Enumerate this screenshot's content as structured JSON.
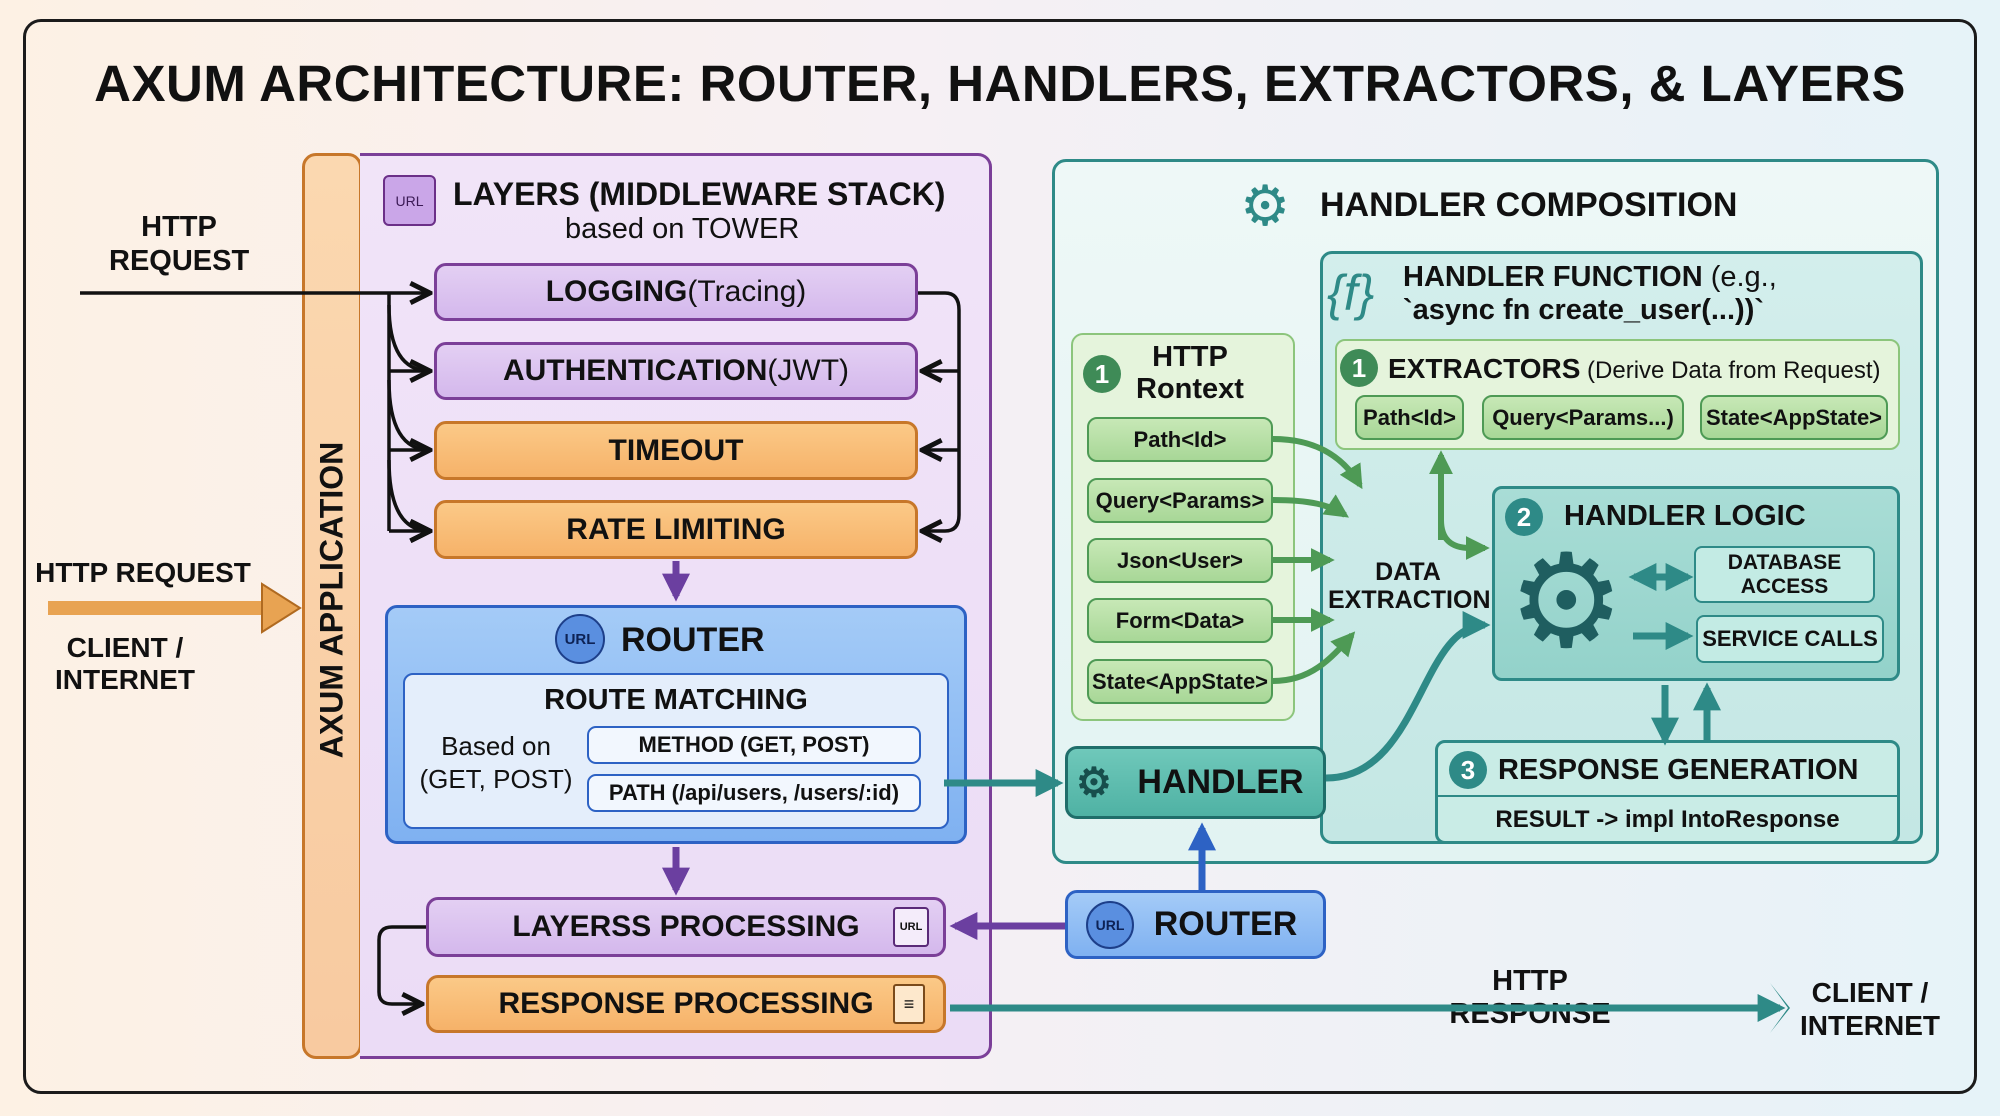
{
  "title": "AXUM ARCHITECTURE: ROUTER, HANDLERS, EXTRACTORS, & LAYERS",
  "left": {
    "http_request_top": [
      "HTTP",
      "REQUEST"
    ],
    "http_request_mid": "HTTP REQUEST",
    "client_internet": [
      "CLIENT /",
      "INTERNET"
    ]
  },
  "app_bar": {
    "label": "AXUM APPLICATION"
  },
  "layers": {
    "title": "LAYERS (MIDDLEWARE STACK)",
    "subtitle": "based on TOWER",
    "icon_text": "URL",
    "items": [
      {
        "bold": "LOGGING",
        "normal": " (Tracing)"
      },
      {
        "bold": "AUTHENTICATION",
        "normal": " (JWT)"
      },
      {
        "bold": "TIMEOUT",
        "normal": ""
      },
      {
        "bold": "RATE LIMITING",
        "normal": ""
      }
    ]
  },
  "router": {
    "icon_text": "URL",
    "title": "ROUTER",
    "route_matching": "ROUTE MATCHING",
    "based_on": [
      "Based on",
      "(GET, POST)"
    ],
    "method": "METHOD (GET, POST)",
    "path": "PATH (/api/users, /users/:id)"
  },
  "layers_processing": "LAYERSS PROCESSING",
  "response_processing": "RESPONSE PROCESSING",
  "handler_composition": {
    "title": "HANDLER COMPOSITION",
    "handler_function": {
      "bold": "HANDLER FUNCTION",
      "normal": " (e.g.,",
      "line2": "`async fn create_user(...))`"
    },
    "http_context": {
      "badge": "1",
      "title": [
        "HTTP",
        "Rontext"
      ],
      "chips": [
        "Path<Id>",
        "Query<Params>",
        "Json<User>",
        "Form<Data>",
        "State<AppState>"
      ]
    },
    "extractors": {
      "badge": "1",
      "bold": "EXTRACTORS",
      "normal": " (Derive Data from Request)",
      "chips": [
        "Path<Id>",
        "Query<Params...)",
        "State<AppState>"
      ]
    },
    "data_extraction": [
      "DATA",
      "EXTRACTION"
    ],
    "handler_logic": {
      "badge": "2",
      "title": "HANDLER LOGIC",
      "database": [
        "DATABASE",
        "ACCESS"
      ],
      "service": "SERVICE CALLS"
    },
    "response_generation": {
      "badge": "3",
      "title": "RESPONSE GENERATION",
      "result": "RESULT -> impl IntoResponse"
    }
  },
  "handler": {
    "label": "HANDLER"
  },
  "router2": {
    "label": "ROUTER",
    "icon_text": "URL"
  },
  "http_response": "HTTP RESPONSE",
  "client_internet_right": [
    "CLIENT /",
    "INTERNET"
  ],
  "colors": {
    "purple": "#7b3f98",
    "orange": "#c7772a",
    "blue": "#2d62c4",
    "teal": "#2e8a87",
    "green": "#4e9a55"
  }
}
